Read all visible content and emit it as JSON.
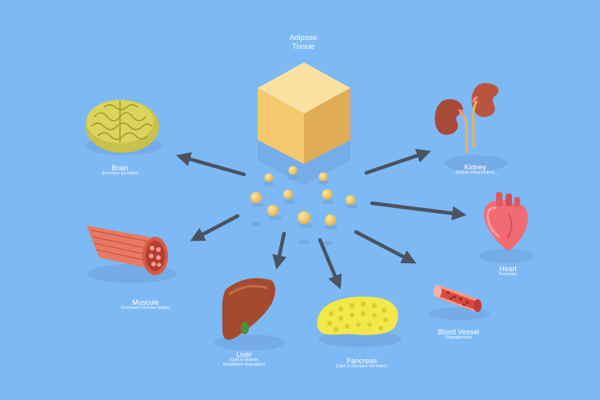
{
  "source": {
    "title_line1": "Adipose",
    "title_line2": "Tissue"
  },
  "colors": {
    "background": "#7db9f4",
    "arrow": "#4a5360",
    "adipocyte": "#f4c85e",
    "cube_front": "#f3c86f",
    "cube_top": "#fbe2a3",
    "cube_side": "#e0ac55"
  },
  "targets": {
    "brain": {
      "name": "Brain",
      "note": "(Hormone secretion)",
      "icon": "brain-icon"
    },
    "kidney": {
      "name": "Kidney",
      "note": "(Inhibits inflammation)",
      "icon": "kidney-icon"
    },
    "heart": {
      "name": "Heart",
      "note": "Protection",
      "icon": "heart-icon"
    },
    "muscle": {
      "name": "Muscule",
      "note": "(Increased Glucose Uptake)",
      "icon": "muscle-icon"
    },
    "liver": {
      "name": "Liver",
      "note_line1": "(Lipid & Glucose",
      "note_line2": "Metabolism Regulation)",
      "icon": "liver-icon"
    },
    "pancreas": {
      "name": "Pancreas",
      "note": "(Lipid & Glucagon Secretion)",
      "icon": "pancreas-icon"
    },
    "vessel": {
      "name": "Blood Vessel",
      "note": "(Angiogenesis)",
      "icon": "blood-vessel-icon"
    }
  }
}
